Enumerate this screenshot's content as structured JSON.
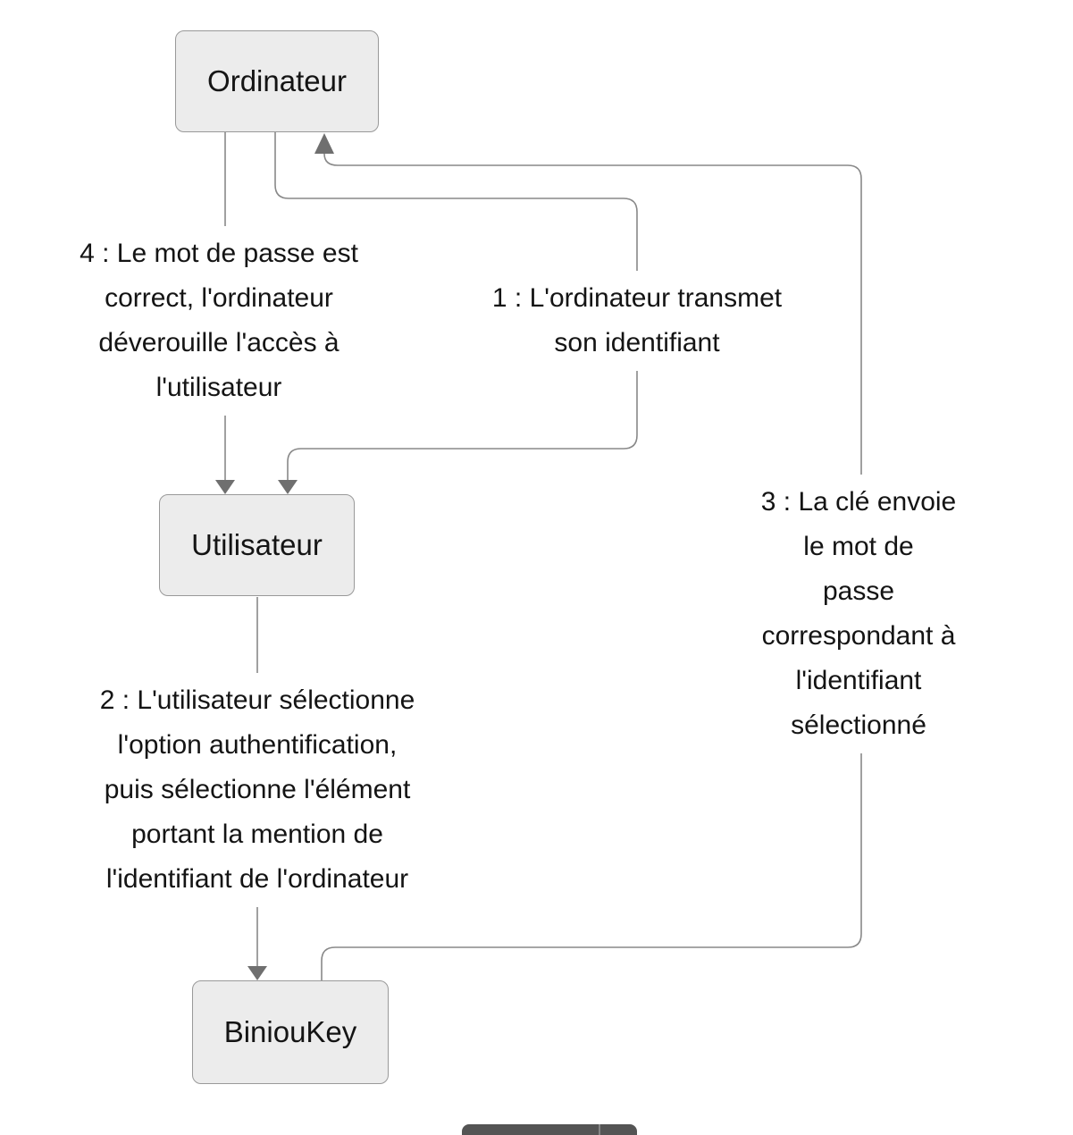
{
  "diagram": {
    "nodes": [
      {
        "id": "ordinateur",
        "label": "Ordinateur"
      },
      {
        "id": "utilisateur",
        "label": "Utilisateur"
      },
      {
        "id": "binioukey",
        "label": "BiniouKey"
      }
    ],
    "edge_labels": [
      {
        "id": "step4",
        "text": "4 : Le mot de passe est\ncorrect, l'ordinateur\ndéverouille l'accès à\nl'utilisateur"
      },
      {
        "id": "step1",
        "text": "1 : L'ordinateur transmet\nson identifiant"
      },
      {
        "id": "step3",
        "text": "3 : La clé envoie le mot de\npasse correspondant à\nl'identifiant sélectionné"
      },
      {
        "id": "step2",
        "text": "2 : L'utilisateur sélectionne\nl'option authentification,\npuis sélectionne l'élément\nportant la mention de\nl'identifiant de l'ordinateur"
      }
    ],
    "edges": [
      {
        "id": "edge-4",
        "from": "ordinateur",
        "to": "utilisateur"
      },
      {
        "id": "edge-1",
        "from": "ordinateur",
        "to": "utilisateur"
      },
      {
        "id": "edge-2",
        "from": "utilisateur",
        "to": "binioukey"
      },
      {
        "id": "edge-3",
        "from": "binioukey",
        "to": "ordinateur"
      }
    ],
    "colors": {
      "node_fill": "#ececec",
      "node_border": "#999999",
      "edge": "#888888",
      "arrowhead": "#6f6f6f",
      "text": "#141414",
      "toolbar": "#545454",
      "toolbar_divider": "#858585"
    }
  }
}
